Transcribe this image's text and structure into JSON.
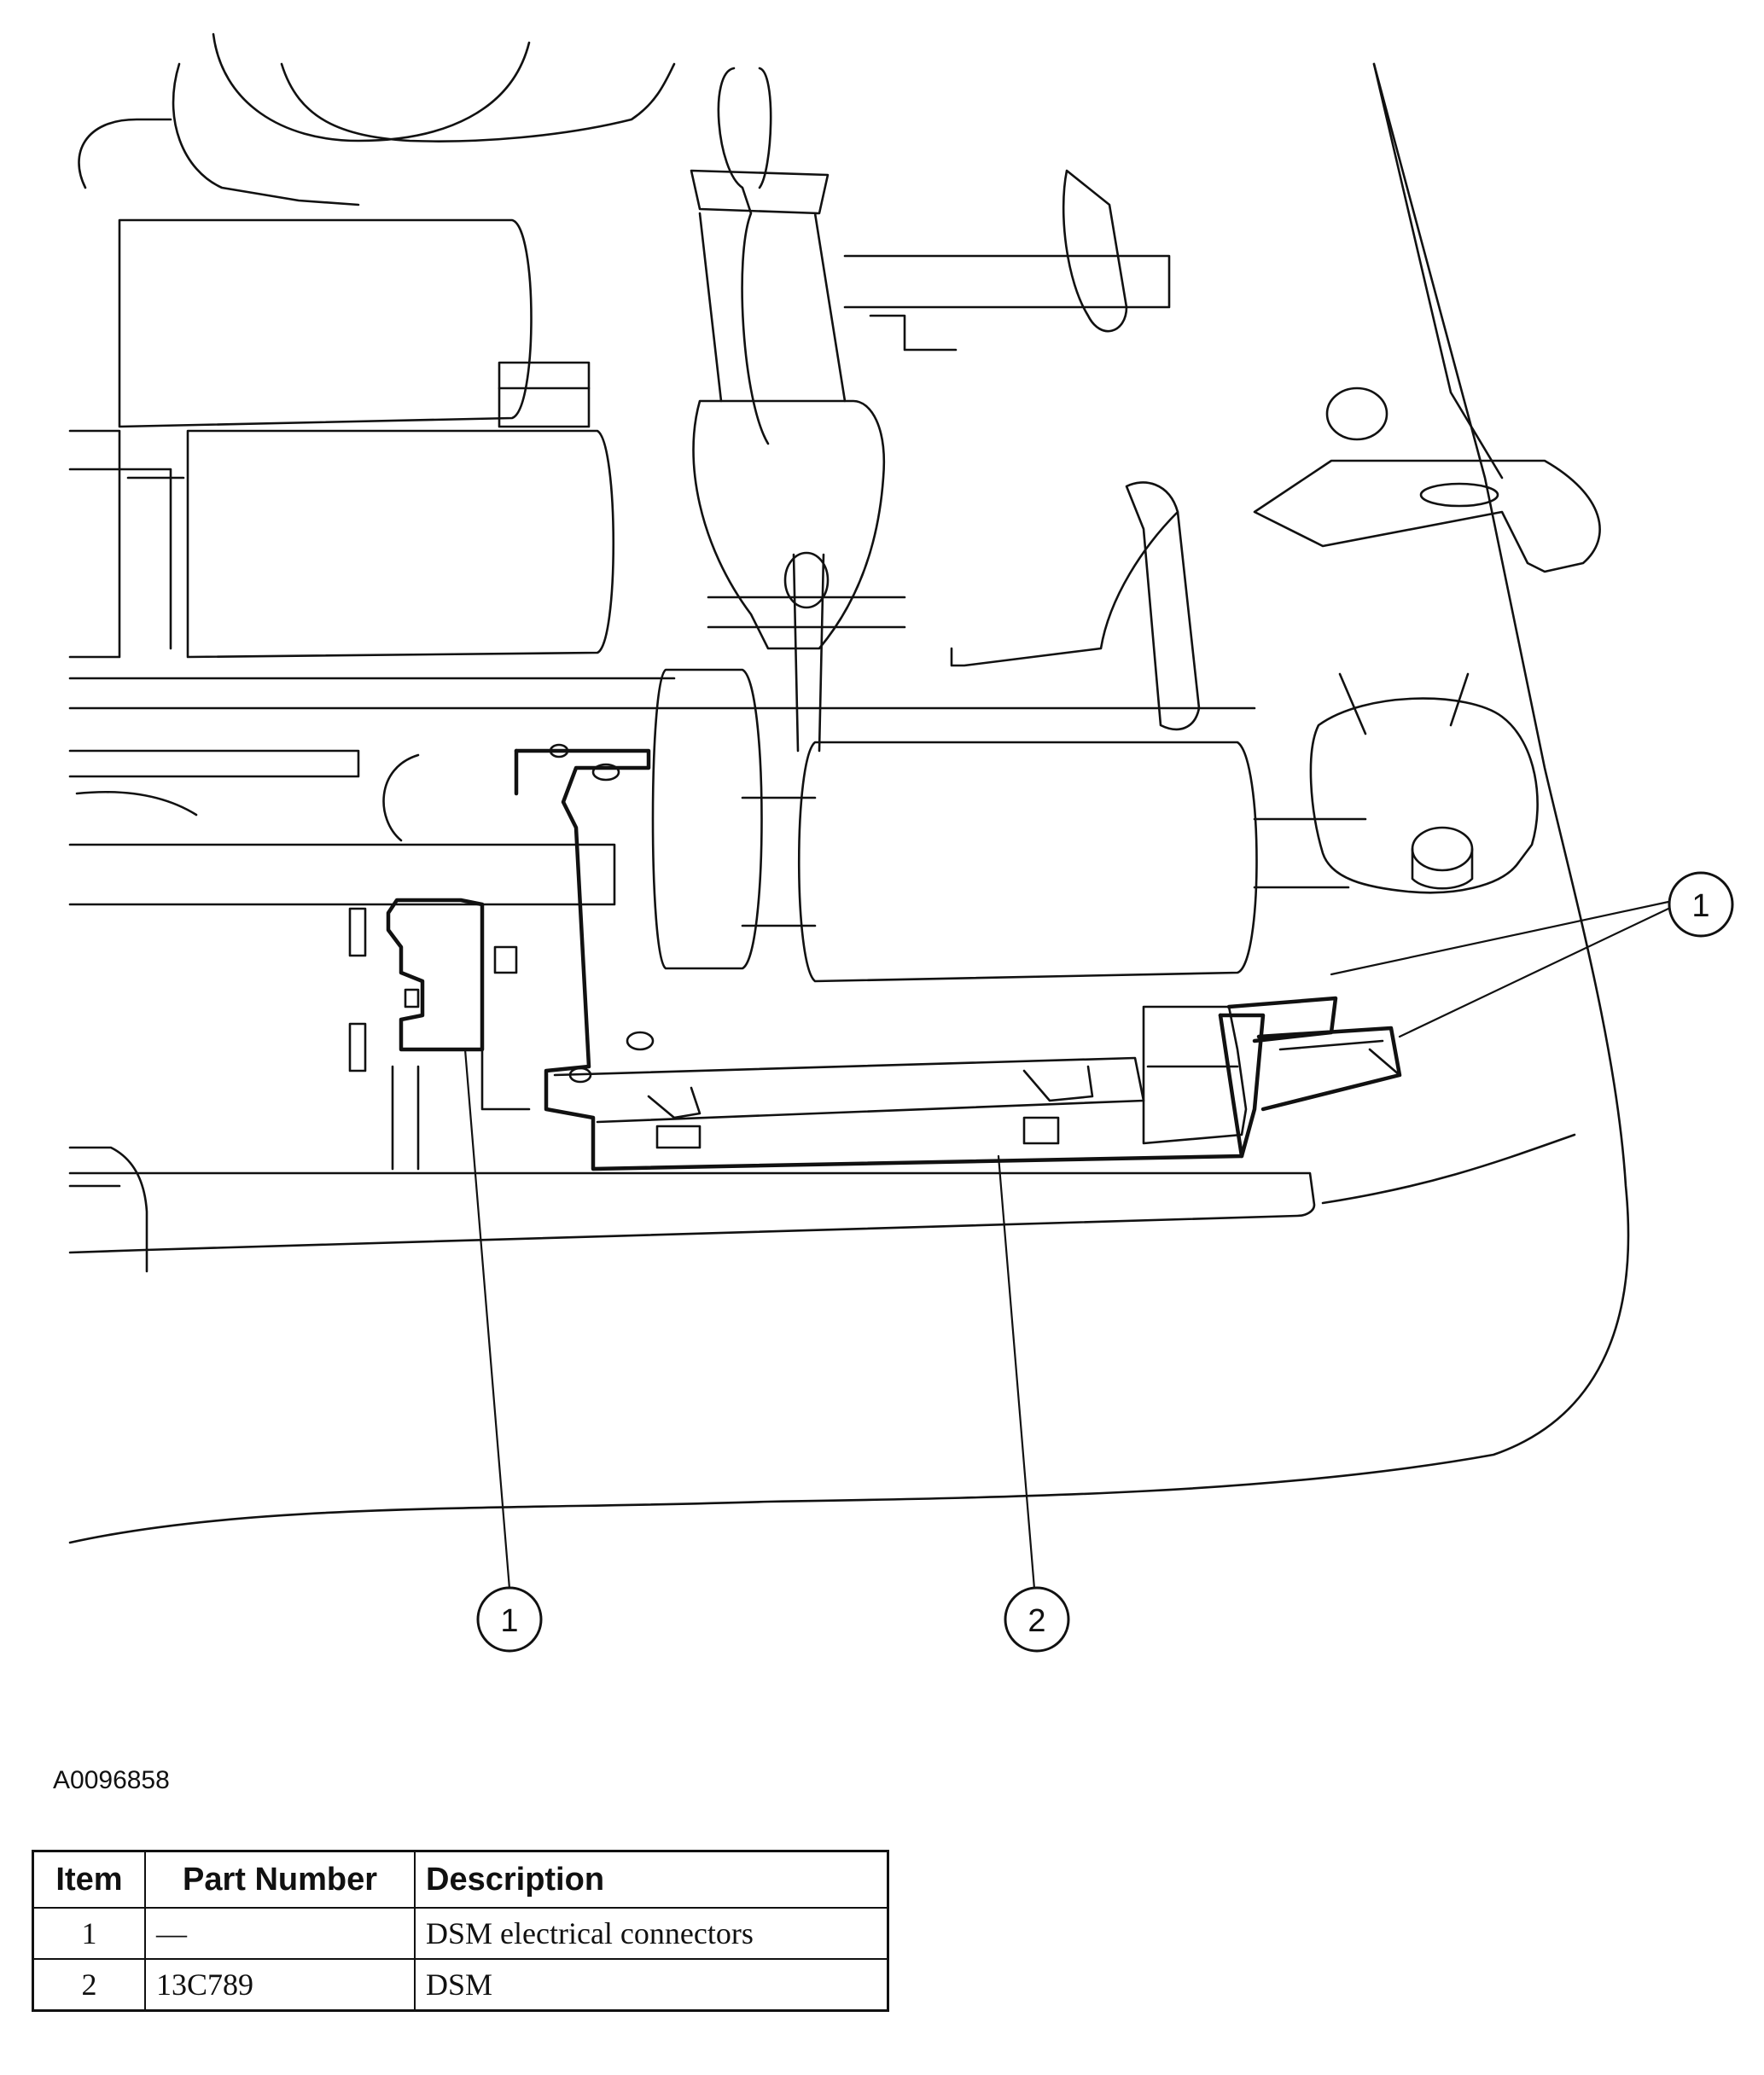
{
  "figure": {
    "id": "A0096858",
    "callouts": [
      {
        "number": "1"
      },
      {
        "number": "1"
      },
      {
        "number": "2"
      }
    ]
  },
  "table": {
    "headers": {
      "item": "Item",
      "part_number": "Part Number",
      "description": "Description"
    },
    "rows": [
      {
        "item": "1",
        "part_number": "—",
        "description": "DSM electrical connectors"
      },
      {
        "item": "2",
        "part_number": "13C789",
        "description": "DSM"
      }
    ]
  }
}
